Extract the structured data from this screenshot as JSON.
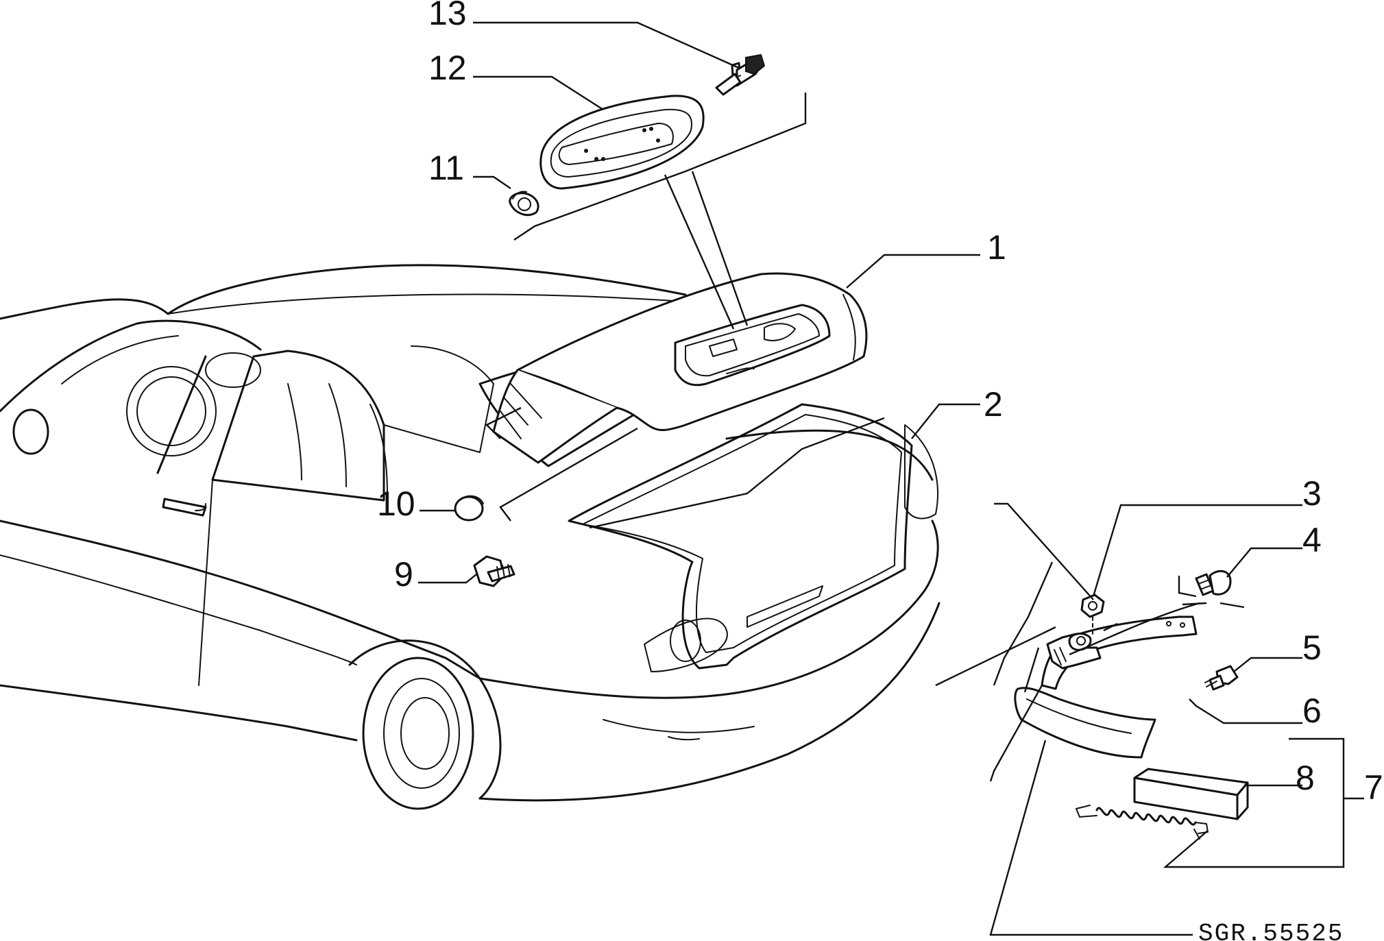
{
  "callouts": {
    "c1": "1",
    "c2": "2",
    "c3": "3",
    "c4": "4",
    "c5": "5",
    "c6": "6",
    "c7": "7",
    "c8": "8",
    "c9": "9",
    "c10": "10",
    "c11": "11",
    "c12": "12",
    "c13": "13"
  },
  "drawing_ref": "SGR.55525"
}
